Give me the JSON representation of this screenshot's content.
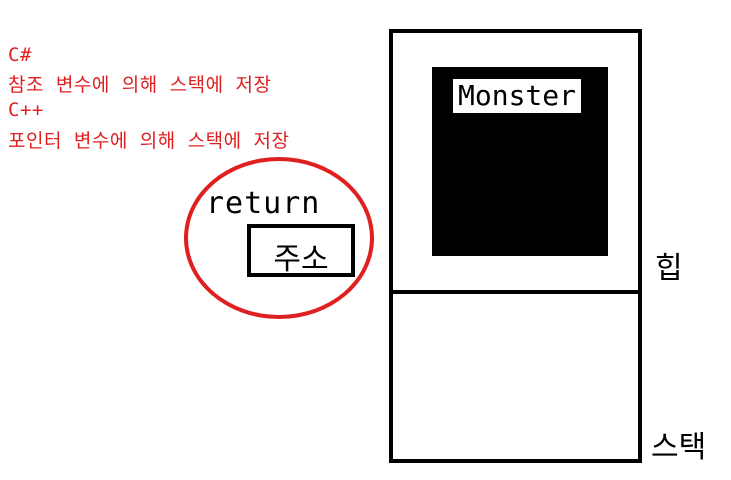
{
  "notes": [
    "C#",
    "참조 변수에 의해 스택에 저장",
    "C++",
    "포인터 변수에 의해 스택에 저장"
  ],
  "return_label": "return",
  "address_label": "주소",
  "monster_label": "Monster",
  "heap_label": "힙",
  "stack_label": "스택",
  "colors": {
    "annotation_red": "#e02020",
    "ink": "#000000",
    "background": "#ffffff"
  }
}
